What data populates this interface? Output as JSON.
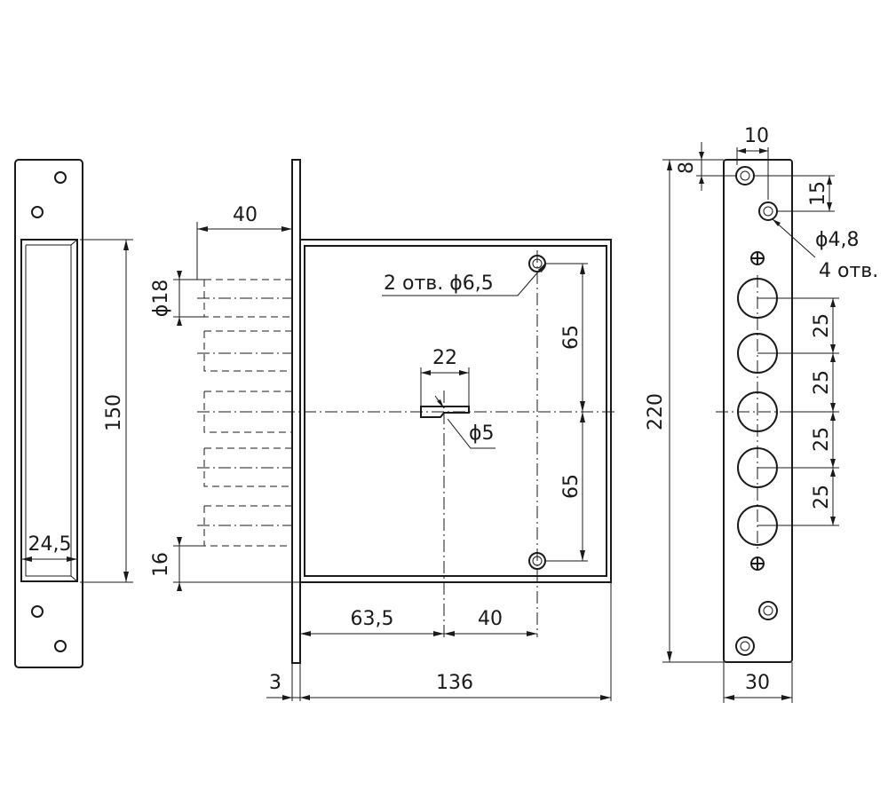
{
  "strike_plate": {
    "height": "150",
    "width": "24,5"
  },
  "lock_body": {
    "bolt_extension": "40",
    "bolt_diameter": "ϕ18",
    "bolt_offset_bottom": "16",
    "spindle_width": "22",
    "spindle_hole": "ϕ5",
    "mount_holes_note": "2 отв. ϕ6,5",
    "hole_spacing_upper": "65",
    "hole_spacing_lower": "65",
    "backset": "63,5",
    "spindle_to_hole": "40",
    "faceplate_thickness": "3",
    "body_depth": "136"
  },
  "faceplate": {
    "hole_offset_x": "10",
    "hole_offset_y": "8",
    "hole_gap": "15",
    "screw_hole_note_line1": "ϕ4,8",
    "screw_hole_note_line2": "4 отв.",
    "bolt_pitch_1": "25",
    "bolt_pitch_2": "25",
    "bolt_pitch_3": "25",
    "bolt_pitch_4": "25",
    "total_height": "220",
    "width": "30"
  }
}
